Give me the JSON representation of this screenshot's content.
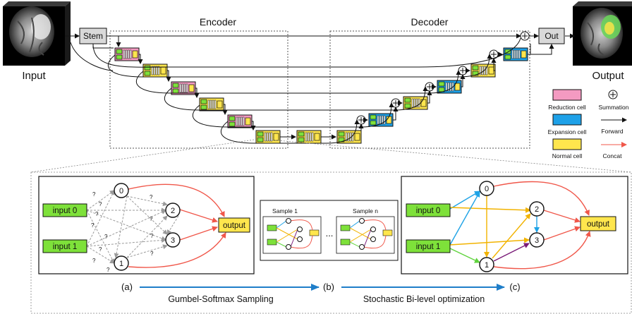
{
  "top": {
    "encoder_title": "Encoder",
    "decoder_title": "Decoder",
    "stem_label": "Stem",
    "out_label": "Out",
    "input_caption": "Input",
    "output_caption": "Output"
  },
  "legend": {
    "reduction": "Reduction cell",
    "expansion": "Expansion cell",
    "normal": "Normal cell",
    "summation": "Summation",
    "forward": "Forward",
    "concat": "Concat"
  },
  "panels": {
    "a": {
      "input0": "input 0",
      "input1": "input 1",
      "output": "output",
      "nodes": [
        "0",
        "2",
        "3",
        "1"
      ],
      "unknown_edge": "?"
    },
    "b": {
      "sample1": "Sample 1",
      "sample_n": "Sample n",
      "ellipsis": "..."
    },
    "c": {
      "input0": "input 0",
      "input1": "input 1",
      "output": "output",
      "nodes": [
        "0",
        "2",
        "3",
        "1"
      ]
    }
  },
  "bottom": {
    "label_a": "(a)",
    "label_b": "(b)",
    "label_c": "(c)",
    "step1": "Gumbel-Softmax Sampling",
    "step2": "Stochastic Bi-level optimization"
  },
  "colors": {
    "reduction": "#f49ac1",
    "expansion": "#1ea1e8",
    "normal": "#ffe64d",
    "input_green": "#7ee13a",
    "concat_red": "#f0574a",
    "blue_arrow": "#1f7ec9",
    "edge_blue": "#1fa3e6",
    "edge_yellow": "#f2b300",
    "edge_green": "#5fd33c",
    "edge_purple": "#7a1a78"
  }
}
